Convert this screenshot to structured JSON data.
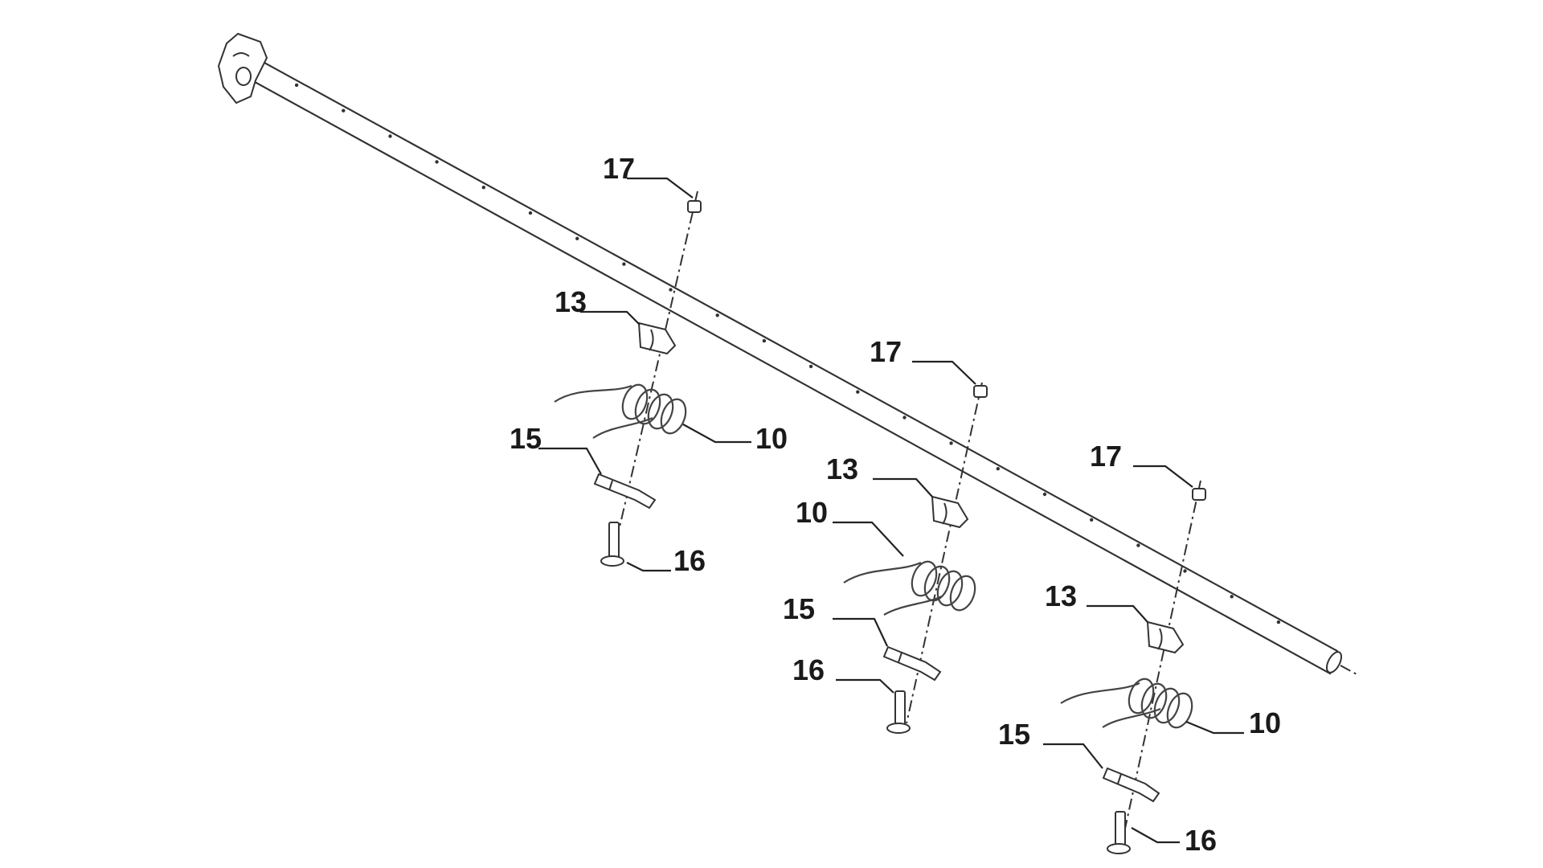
{
  "diagram": {
    "title": "Tine bar assembly exploded view",
    "shaft": {
      "hole_count": 22
    },
    "assemblies": [
      {
        "name": "assembly-1",
        "labels": {
          "nut": "17",
          "clamp": "13",
          "spring": "10",
          "sleeve": "15",
          "bolt": "16"
        }
      },
      {
        "name": "assembly-2",
        "labels": {
          "nut": "17",
          "clamp": "13",
          "spring": "10",
          "sleeve": "15",
          "bolt": "16"
        }
      },
      {
        "name": "assembly-3",
        "labels": {
          "nut": "17",
          "clamp": "13",
          "spring": "10",
          "sleeve": "15",
          "bolt": "16"
        }
      }
    ]
  }
}
